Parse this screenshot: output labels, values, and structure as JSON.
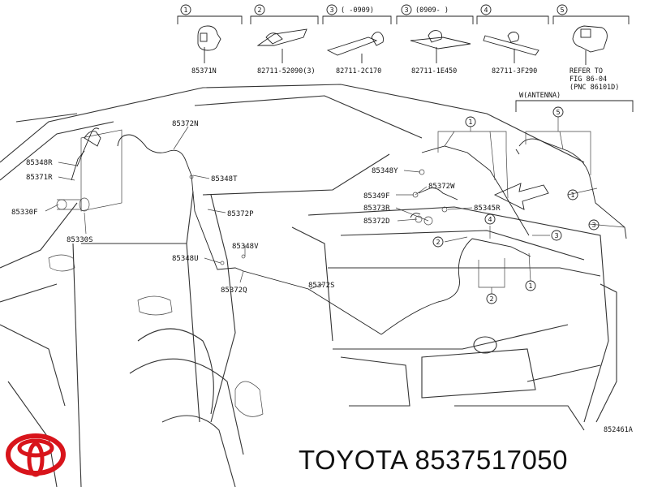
{
  "header_parts": [
    {
      "index": "1",
      "number": "85371N",
      "code": ""
    },
    {
      "index": "2",
      "number": "82711-52090(3)",
      "code": ""
    },
    {
      "index": "3",
      "number": "82711-2C170",
      "code": "(    -0909)"
    },
    {
      "index": "3",
      "number": "82711-1E450",
      "code": "(0909-    )"
    },
    {
      "index": "4",
      "number": "82711-3F290",
      "code": ""
    },
    {
      "index": "5",
      "number": "",
      "code": ""
    }
  ],
  "refer_note": [
    "REFER TO",
    "FIG 86-04",
    "(PNC 86101D)"
  ],
  "antenna_label": "W(ANTENNA)",
  "callouts": {
    "c85372N": "85372N",
    "c85348R": "85348R",
    "c85371R": "85371R",
    "c85330F": "85330F",
    "c85330S": "85330S",
    "c85348T": "85348T",
    "c85372P": "85372P",
    "c85348V": "85348V",
    "c85348U": "85348U",
    "c85372Q": "85372Q",
    "c85372S": "85372S",
    "c85348Y": "85348Y",
    "c85372W": "85372W",
    "c85349F": "85349F",
    "c85373R": "85373R",
    "c85345R": "85345R",
    "c85372D": "85372D"
  },
  "bubbles": {
    "b1": "1",
    "b2": "2",
    "b3": "3",
    "b4": "4",
    "b5": "5"
  },
  "figure_code": "852461A",
  "brand_text": "TOYOTA 8537517050",
  "logo_color": "#d8141b"
}
